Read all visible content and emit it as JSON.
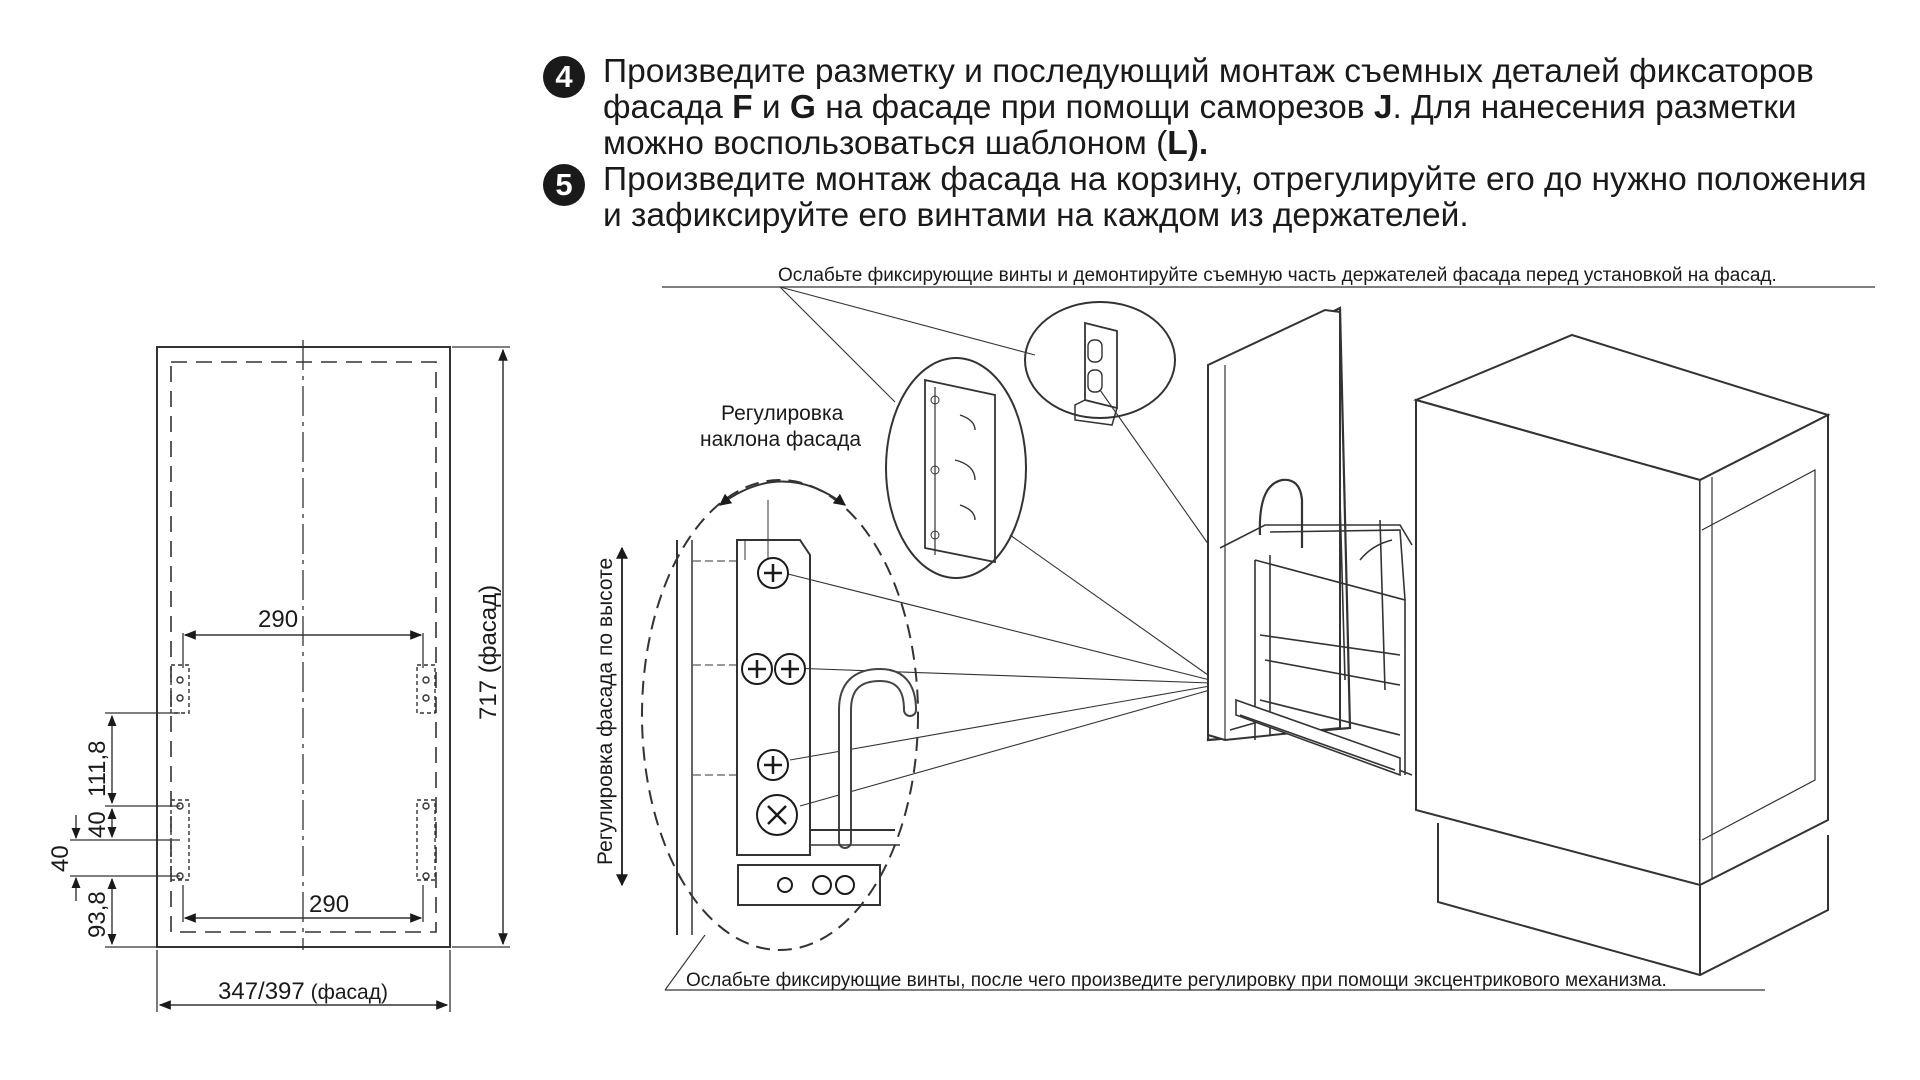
{
  "steps": [
    {
      "number": "4",
      "lines": [
        [
          "Произведите разметку и последующий монтаж съемных деталей фиксаторов"
        ],
        [
          "фасада ",
          "F",
          " и ",
          "G",
          " на фасаде при помощи саморезов ",
          "J",
          ". Для нанесения разметки"
        ],
        [
          "можно воспользоваться шаблоном (",
          "L",
          ")."
        ]
      ]
    },
    {
      "number": "5",
      "lines": [
        [
          "Произведите монтаж фасада на корзину, отрегулируйте его до нужно положения"
        ],
        [
          "и зафиксируйте его винтами на каждом из держателей."
        ]
      ]
    }
  ],
  "annotations": {
    "top_note": "Ослабьте фиксирующие винты и демонтируйте съемную часть держателей фасада перед установкой на фасад.",
    "bottom_note": "Ослабьте фиксирующие винты, после чего произведите регулировку при помощи эксцентрикового механизма.",
    "tilt_label_line1": "Регулировка",
    "tilt_label_line2": "наклона фасада",
    "height_label": "Регулировка фасада по высоте"
  },
  "dimensions": {
    "top_spacing": "290",
    "bottom_spacing": "290",
    "height": "717 (фасад)",
    "width_main": "347/397",
    "width_suffix": " (фасад)",
    "d_111_8": "111,8",
    "d_40_inner": "40",
    "d_40_outer": "40",
    "d_93_8": "93,8"
  },
  "colors": {
    "ink": "#1a1a1a",
    "paper": "#ffffff",
    "line": "#333333"
  }
}
